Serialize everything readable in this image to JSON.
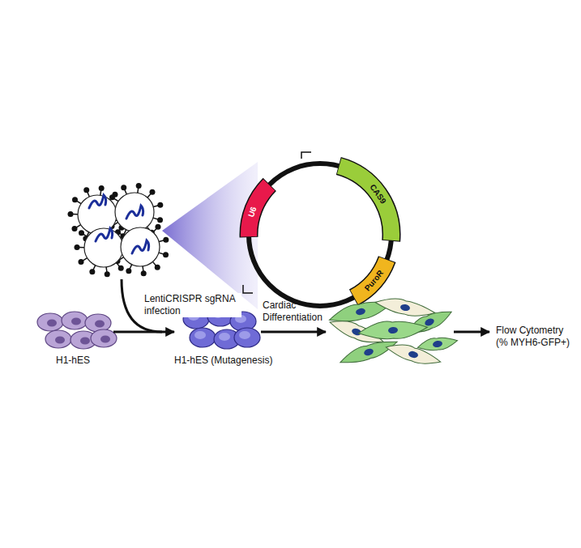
{
  "diagram": {
    "nodes": [
      {
        "text": [
          "H1-hES"
        ]
      },
      {
        "text": [
          "H1-hES (Mutagenesis)"
        ]
      }
    ],
    "edges": [
      {
        "from": 0,
        "to": 1,
        "arrow": "to",
        "label": "LentiCRISPR sgRNA infection"
      }
    ],
    "labels": [
      "U6",
      "CAS9",
      "PuroR",
      "Cardiac Differentiation",
      "Flow Cytometry (% MYH6-GFP+)"
    ]
  }
}
